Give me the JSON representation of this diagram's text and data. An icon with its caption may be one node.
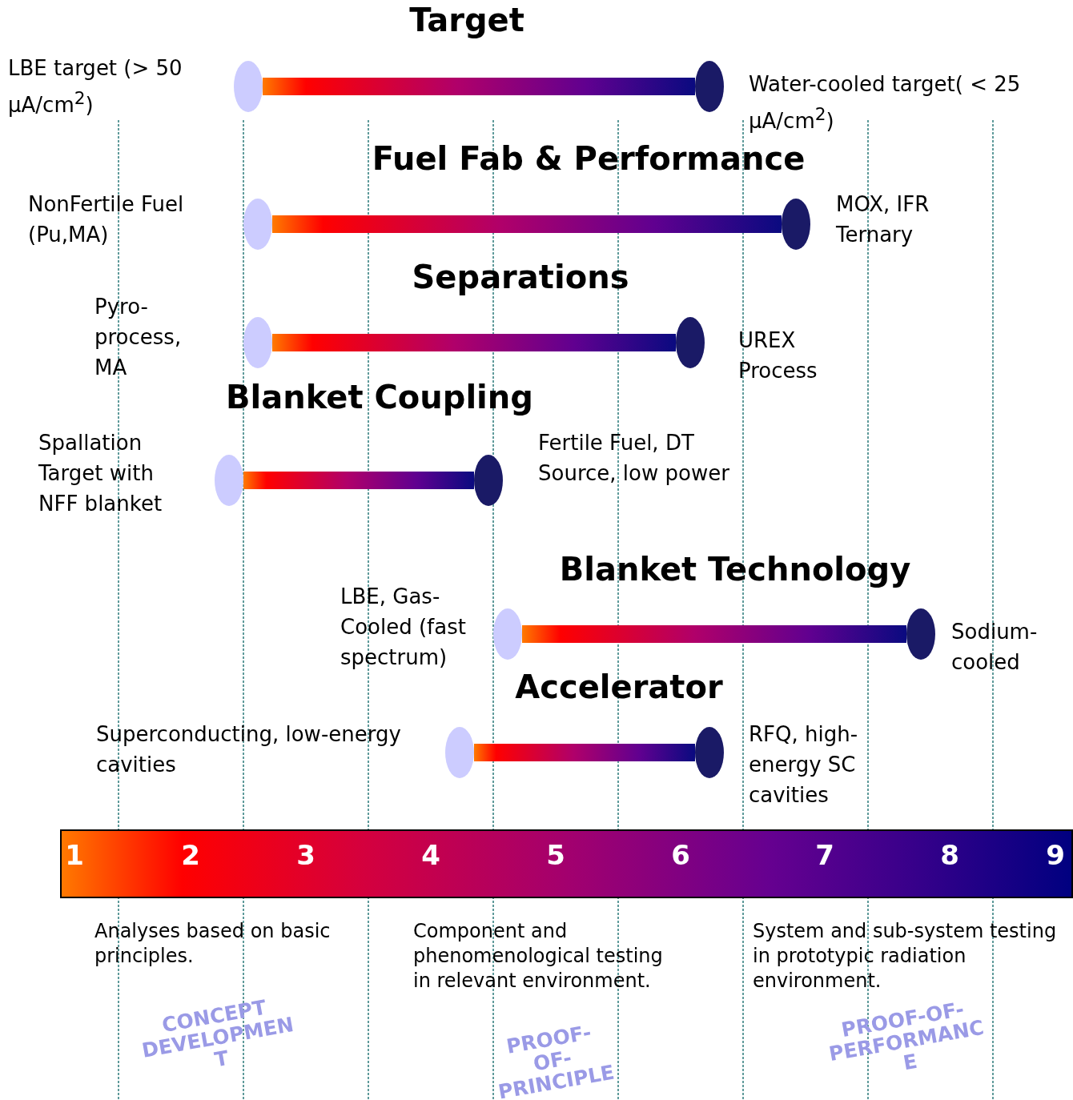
{
  "diagram": {
    "nodes": [
      {
        "text": [],
        "shape": "circle",
        "beside": [
          "LBE target (> 50 μA/cm$^{2}$)"
        ]
      },
      {
        "text": [],
        "shape": "circle",
        "beside": [
          "Water-cooled target( < 25 μA/cm$^{2}$)"
        ]
      },
      {
        "text": [],
        "shape": "circle",
        "beside": [
          "NonFertile Fuel (Pu,MA)"
        ]
      },
      {
        "text": [],
        "shape": "circle",
        "beside": [
          "MOX, IFR Ternary"
        ]
      },
      {
        "text": [],
        "shape": "circle",
        "beside": [
          "Pyro-process, MA"
        ]
      },
      {
        "text": [],
        "shape": "circle",
        "beside": [
          "UREX Process"
        ]
      },
      {
        "text": [],
        "shape": "circle",
        "beside": [
          "Spallation Target with NFF blanket"
        ]
      },
      {
        "text": [],
        "shape": "circle",
        "beside": [
          "Fertile Fuel, DT Source, low power"
        ]
      },
      {
        "text": [],
        "shape": "circle",
        "beside": [
          "LBE, Gas-Cooled (fast spectrum)"
        ]
      },
      {
        "text": [],
        "shape": "circle",
        "beside": [
          "Sodium-cooled"
        ]
      },
      {
        "text": [],
        "shape": "circle",
        "beside": [
          "Superconducting, low-energy cavities"
        ]
      },
      {
        "text": [],
        "shape": "circle",
        "beside": [
          "RFQ, high-energy SC cavities"
        ]
      }
    ],
    "edges": [
      {
        "from": 0,
        "to": 1,
        "arrow": "none",
        "style": "thick"
      },
      {
        "from": 2,
        "to": 3,
        "arrow": "none",
        "style": "thick"
      },
      {
        "from": 4,
        "to": 5,
        "arrow": "none",
        "style": "thick"
      },
      {
        "from": 6,
        "to": 7,
        "arrow": "none",
        "style": "thick"
      },
      {
        "from": 8,
        "to": 9,
        "arrow": "none",
        "style": "thick"
      },
      {
        "from": 10,
        "to": 11,
        "arrow": "none",
        "style": "thick"
      }
    ],
    "labels": [
      "Target",
      "Fuel Fab & Performance",
      "Separations",
      "Blanket Coupling",
      "Blanket Technology",
      "Accelerator",
      "1",
      "2",
      "3",
      "4",
      "5",
      "6",
      "7",
      "8",
      "9",
      "Analyses based on basic principles.",
      "Component and phenomenological testing in relevant environment.",
      "System and sub-system testing in prototypic radiation environment.",
      "CONCEPT DEVELOPMEN T",
      "PROOF-OF- PRINCIPLE",
      "PROOF-OF- PERFORMANC E"
    ]
  }
}
